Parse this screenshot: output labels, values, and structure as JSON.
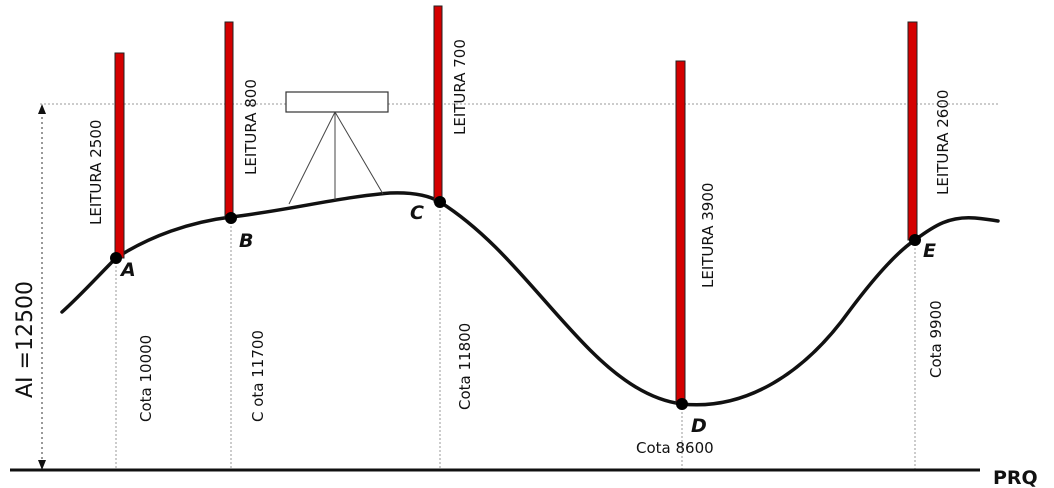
{
  "diagram": {
    "colors": {
      "rod": "#d40000",
      "ground": "#111111",
      "dotted": "#9a9a9a",
      "point": "#000000"
    },
    "datum_label": "PRQ",
    "instrument_height_label": "AI =12500",
    "points": [
      {
        "id": "A",
        "label": "A",
        "reading_label": "LEITURA 2500",
        "elevation_label": "Cota 10000"
      },
      {
        "id": "B",
        "label": "B",
        "reading_label": "LEITURA 800",
        "elevation_label": "C ota 11700"
      },
      {
        "id": "C",
        "label": "C",
        "reading_label": "LEITURA 700",
        "elevation_label": "Cota 11800"
      },
      {
        "id": "D",
        "label": "D",
        "reading_label": "LEITURA 3900",
        "elevation_label": "Cota 8600"
      },
      {
        "id": "E",
        "label": "E",
        "reading_label": "LEITURA 2600",
        "elevation_label": "Cota 9900"
      }
    ]
  }
}
